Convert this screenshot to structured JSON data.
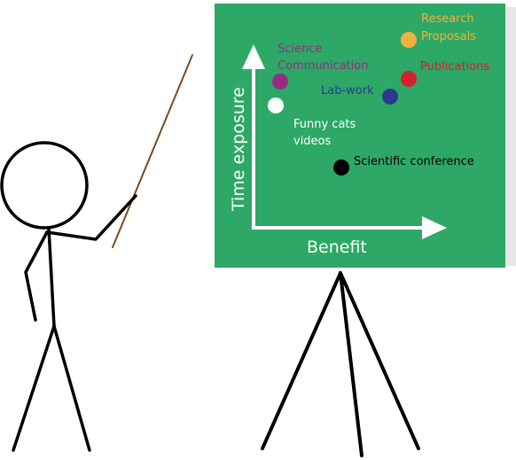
{
  "axes": {
    "x_label": "Benefit",
    "y_label": "Time exposure"
  },
  "items": [
    {
      "key": "research",
      "lines": [
        "Research",
        "Proposals"
      ],
      "color": "#f2b13a",
      "label_color": "#f2b13a"
    },
    {
      "key": "science",
      "lines": [
        "Science",
        "Communication"
      ],
      "color": "#962b86",
      "label_color": "#962b86"
    },
    {
      "key": "publications",
      "lines": [
        "Publications"
      ],
      "color": "#d3202a",
      "label_color": "#d3202a"
    },
    {
      "key": "labwork",
      "lines": [
        "Lab-work"
      ],
      "color": "#2c3a8e",
      "label_color": "#2c3a8e"
    },
    {
      "key": "funny",
      "lines": [
        "Funny cats",
        "videos"
      ],
      "color": "#ffffff",
      "label_color": "#ffffff"
    },
    {
      "key": "conference",
      "lines": [
        "Scientific conference"
      ],
      "color": "#000000",
      "label_color": "#000000"
    }
  ],
  "colors": {
    "board": "#2ea866",
    "pointer": "#7a4a21",
    "ink": "#000000",
    "axis": "#ffffff"
  }
}
